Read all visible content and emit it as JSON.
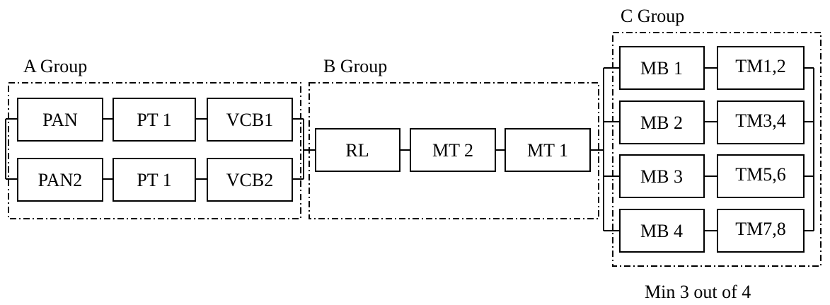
{
  "groups": {
    "a": {
      "label": "A Group"
    },
    "b": {
      "label": "B Group"
    },
    "c": {
      "label": "C Group",
      "note": "Min 3 out of 4"
    }
  },
  "blocks": {
    "pan": "PAN",
    "pt1_top": "PT 1",
    "vcb1": "VCB1",
    "pan2": "PAN2",
    "pt1_bottom": "PT 1",
    "vcb2": "VCB2",
    "rl": "RL",
    "mt2": "MT 2",
    "mt1": "MT 1",
    "mb1": "MB 1",
    "mb2": "MB 2",
    "mb3": "MB 3",
    "mb4": "MB 4",
    "tm12": "TM1,2",
    "tm34": "TM3,4",
    "tm56": "TM5,6",
    "tm78": "TM7,8"
  }
}
